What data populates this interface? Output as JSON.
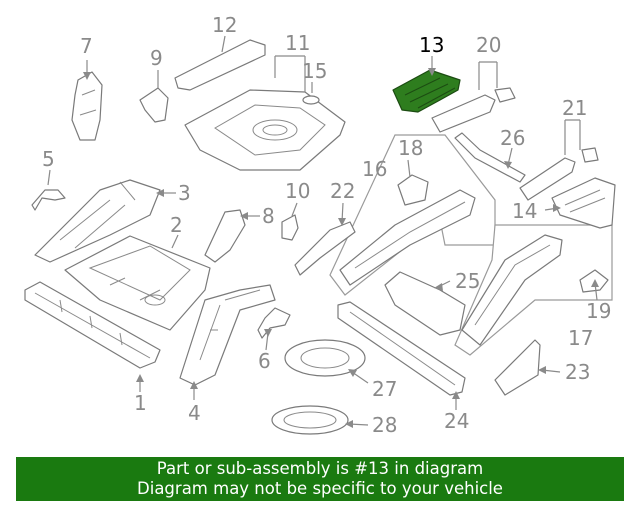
{
  "diagram": {
    "highlight_color": "#2e7d1e",
    "highlighted_part": "13",
    "callouts": [
      "1",
      "2",
      "3",
      "4",
      "5",
      "6",
      "7",
      "8",
      "9",
      "10",
      "11",
      "12",
      "13",
      "14",
      "15",
      "16",
      "17",
      "18",
      "19",
      "20",
      "21",
      "22",
      "23",
      "24",
      "25",
      "26",
      "27",
      "28"
    ]
  },
  "banner": {
    "line1": "Part or sub-assembly is #13 in diagram",
    "line2": "Diagram may not be specific to your vehicle",
    "background_color": "#1a7a10"
  }
}
